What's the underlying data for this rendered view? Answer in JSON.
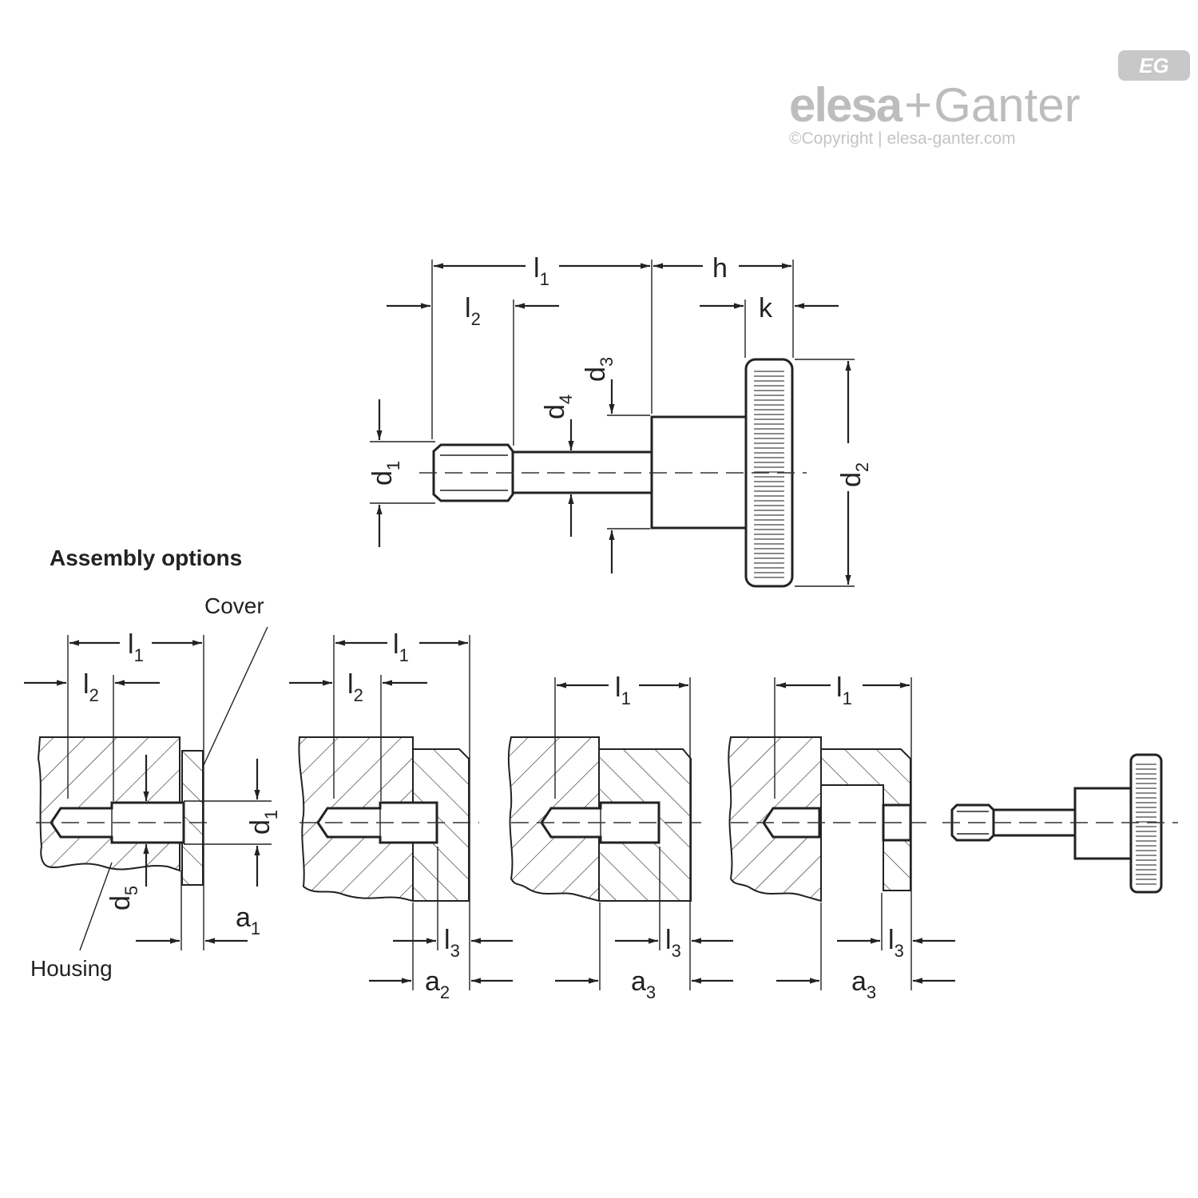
{
  "logo": {
    "brand_left": "elesa",
    "brand_plus": "+",
    "brand_right": "Ganter",
    "copyright": "©Copyright | elesa-ganter.com",
    "badge": "EG"
  },
  "main_view": {
    "labels": {
      "l1": "l",
      "l1_sub": "1",
      "h": "h",
      "l2": "l",
      "l2_sub": "2",
      "k": "k",
      "d3": "d",
      "d3_sub": "3",
      "d4": "d",
      "d4_sub": "4",
      "d1": "d",
      "d1_sub": "1",
      "d2": "d",
      "d2_sub": "2"
    }
  },
  "assembly": {
    "title": "Assembly options",
    "cover": "Cover",
    "housing": "Housing",
    "option1": {
      "l1": "l",
      "l1_sub": "1",
      "l2": "l",
      "l2_sub": "2",
      "d1": "d",
      "d1_sub": "1",
      "d5": "d",
      "d5_sub": "5",
      "a1": "a",
      "a1_sub": "1"
    },
    "option2": {
      "l1": "l",
      "l1_sub": "1",
      "l2": "l",
      "l2_sub": "2",
      "l3": "l",
      "l3_sub": "3",
      "a2": "a",
      "a2_sub": "2"
    },
    "option3": {
      "l1": "l",
      "l1_sub": "1",
      "l3": "l",
      "l3_sub": "3",
      "a3": "a",
      "a3_sub": "3"
    },
    "option4": {
      "l1": "l",
      "l1_sub": "1",
      "l3": "l",
      "l3_sub": "3",
      "a3": "a",
      "a3_sub": "3"
    }
  }
}
